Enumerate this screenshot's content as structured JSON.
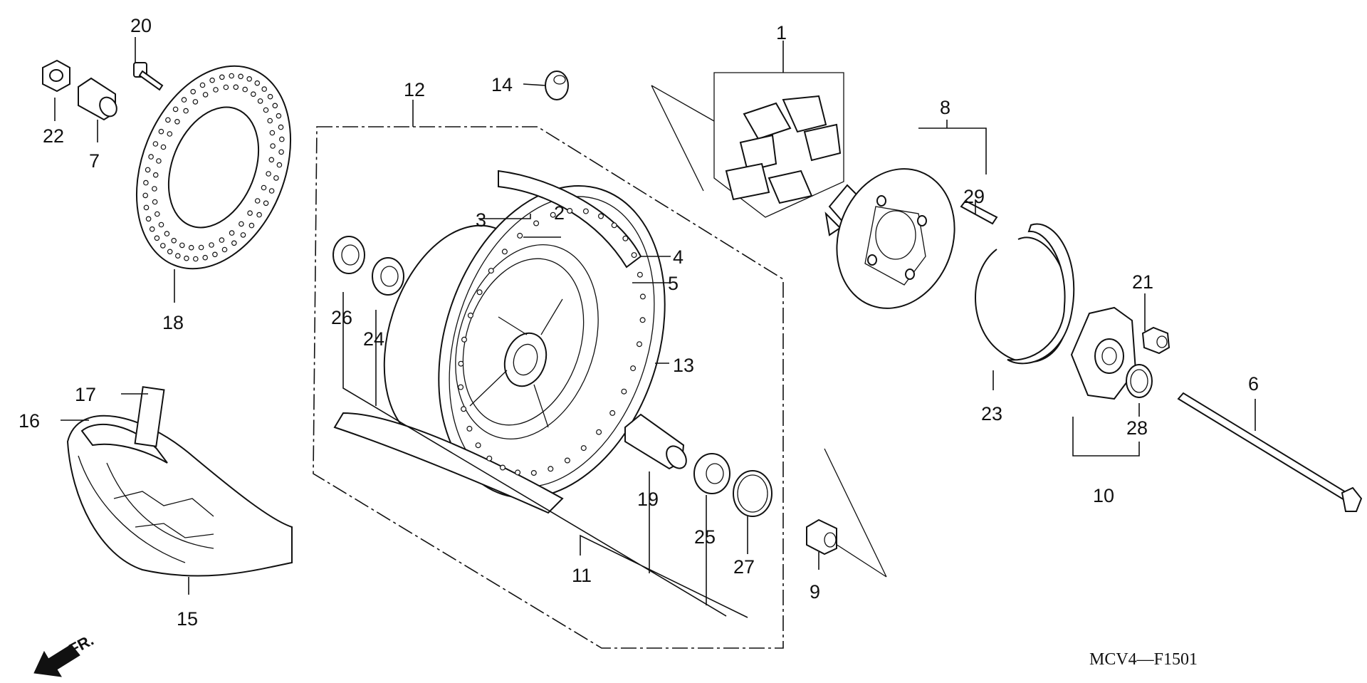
{
  "callouts": {
    "n1": "1",
    "n2": "2",
    "n3": "3",
    "n4": "4",
    "n5": "5",
    "n6": "6",
    "n7": "7",
    "n8": "8",
    "n9": "9",
    "n10": "10",
    "n11": "11",
    "n12": "12",
    "n13": "13",
    "n14": "14",
    "n15": "15",
    "n16": "16",
    "n17": "17",
    "n18": "18",
    "n19": "19",
    "n20": "20",
    "n21": "21",
    "n22": "22",
    "n23": "23",
    "n24": "24",
    "n25": "25",
    "n26": "26",
    "n27": "27",
    "n28": "28",
    "n29": "29"
  },
  "direction_label": "FR.",
  "diagram_code": "MCV4—F1501"
}
